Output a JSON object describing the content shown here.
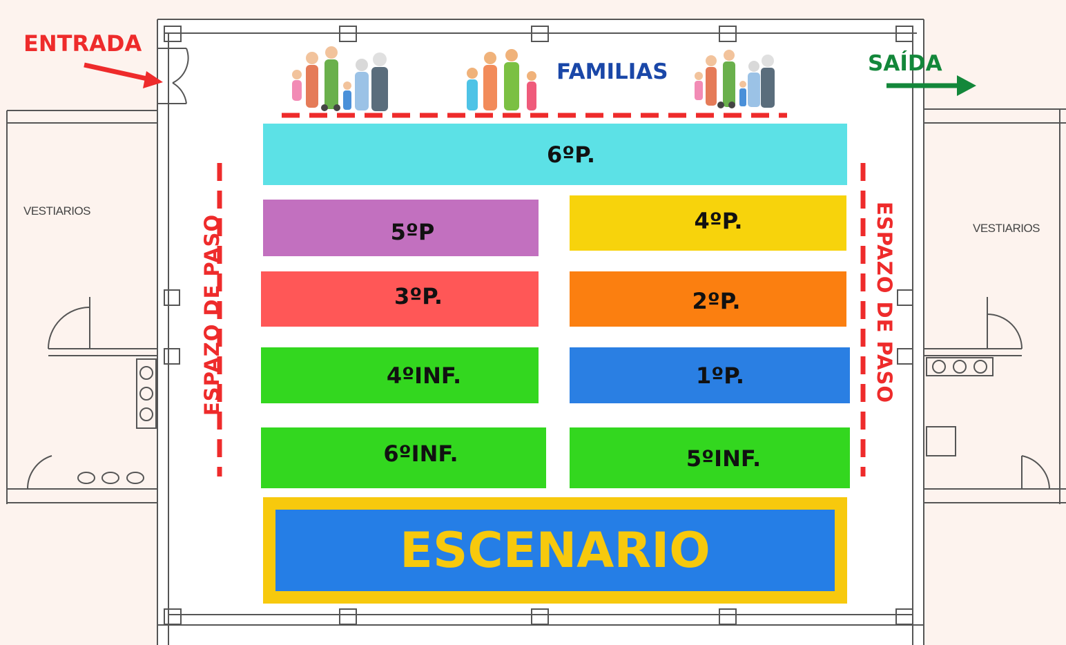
{
  "header": {
    "entrance_label": "ENTRADA",
    "exit_label": "SAÍDA",
    "families_label": "FAMILIAS"
  },
  "rooms": {
    "left_label": "VESTIARIOS",
    "right_label": "VESTIARIOS"
  },
  "aisles": {
    "left_label": "ESPAZO DE PASO",
    "right_label": "ESPAZO DE PASO"
  },
  "seating": [
    {
      "label": "6ºP.",
      "color": "#5ce1e6"
    },
    {
      "label": "5ºP",
      "color": "#c270bf"
    },
    {
      "label": "4ºP.",
      "color": "#f7d30c"
    },
    {
      "label": "3ºP.",
      "color": "#ff5757"
    },
    {
      "label": "2ºP.",
      "color": "#fb7f10"
    },
    {
      "label": "4ºINF.",
      "color": "#33d71f"
    },
    {
      "label": "1ºP.",
      "color": "#2a7fe3"
    },
    {
      "label": "6ºINF.",
      "color": "#33d71f"
    },
    {
      "label": "5ºINF.",
      "color": "#33d71f"
    }
  ],
  "stage": {
    "label": "ESCENARIO",
    "fill_color": "#257ee6",
    "border_color": "#f7c90d"
  },
  "colors": {
    "marker_red": "#ee2b2b",
    "exit_green": "#13873a",
    "families_blue": "#1a47a8"
  }
}
